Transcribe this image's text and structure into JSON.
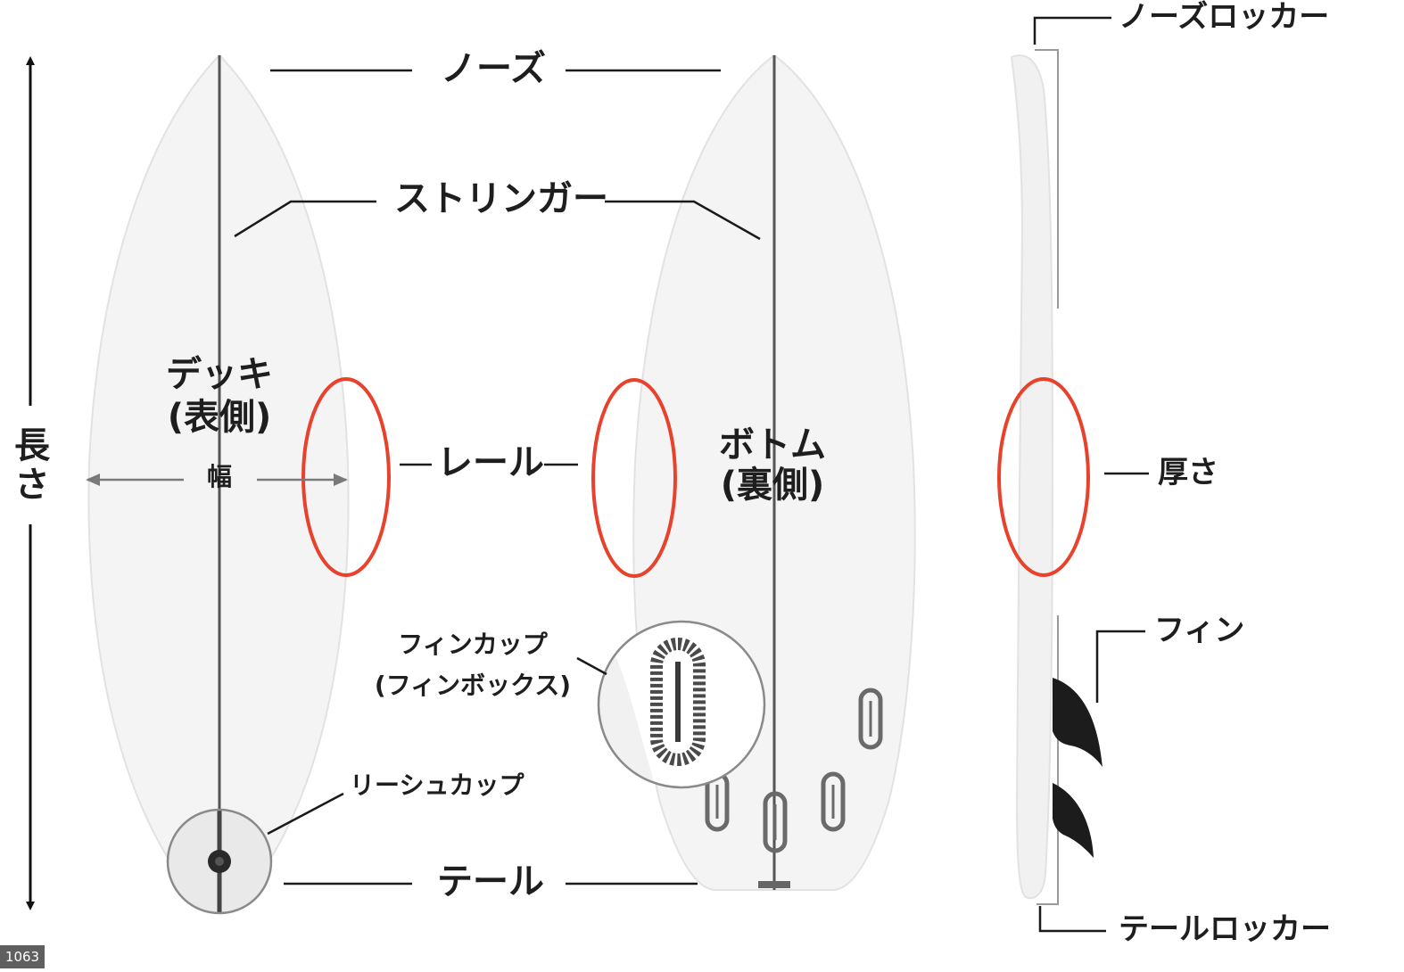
{
  "labels": {
    "nose": "ノーズ",
    "stringer": "ストリンガー",
    "deck": "デッキ",
    "deck_sub": "(表側)",
    "width": "幅",
    "length": "長さ",
    "rail": "レール",
    "bottom": "ボトム",
    "bottom_sub": "(裏側)",
    "fin_cup": "フィンカップ",
    "fin_cup_sub": "(フィンボックス)",
    "leash_cup": "リーシュカップ",
    "tail": "テール",
    "nose_rocker": "ノーズロッカー",
    "thickness": "厚さ",
    "fin": "フィン",
    "tail_rocker": "テールロッカー"
  },
  "badge": "1063",
  "colors": {
    "board": "#f4f4f5",
    "board_edge": "#e2e2e4",
    "stringer": "#555555",
    "highlight_ellipse": "#e8412c",
    "leader_line": "#1a1a1a",
    "width_arrow": "#7a7a7a",
    "fin": "#1c1c1c",
    "fin_box": "#6a6a6a"
  }
}
